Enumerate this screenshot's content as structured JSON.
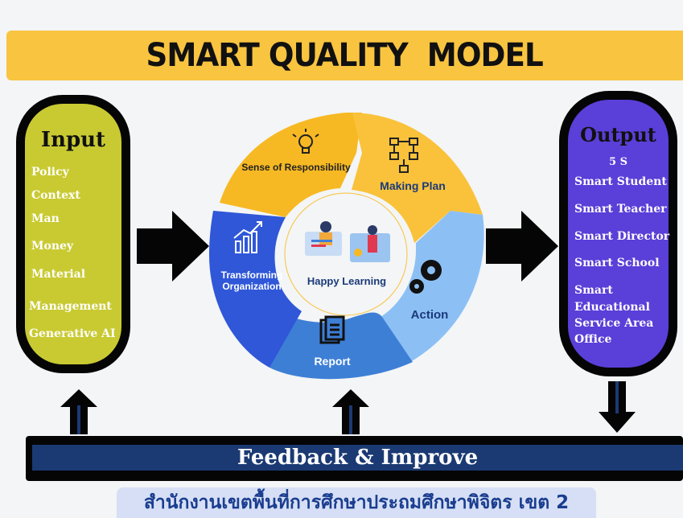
{
  "title": "SMART QUALITY  MODEL",
  "input": {
    "heading": "Input",
    "items": [
      "Policy",
      "Context",
      "Man",
      "Money",
      "Material",
      "Management",
      "Generative AI"
    ]
  },
  "output": {
    "heading": "Output",
    "subheading": "5 S",
    "items": [
      "Smart Student",
      "Smart Teacher",
      "Smart Director",
      "Smart School"
    ],
    "last_item_lines": [
      "Smart",
      "Educational",
      "Service Area",
      "Office"
    ]
  },
  "cycle": {
    "center": "Happy Learning",
    "segments": {
      "sense": "Sense of Responsibility",
      "plan": "Making Plan",
      "action": "Action",
      "report": "Report",
      "transform_line1": "Transforming",
      "transform_line2": "Organization"
    }
  },
  "feedback": "Feedback & Improve",
  "footer": "สำนักงานเขตพื้นที่การศึกษาประถมศึกษาพิจิตร เขต 2",
  "colors": {
    "banner": "#f9c440",
    "input_pill": "#c9ca32",
    "output_pill": "#5a3fd8",
    "segment_yellow": "#f7b923",
    "segment_yellow_light": "#f9c83a",
    "segment_blue_dark": "#2f57d8",
    "segment_blue_mid": "#3e7fd6",
    "segment_blue_light": "#8cc0f5",
    "feedback_bar": "#1b3a73",
    "footer_text": "#1a3d8f"
  },
  "icons": [
    "lightbulb-icon",
    "flowchart-icon",
    "gears-icon",
    "document-icon",
    "growth-chart-icon",
    "learning-illustration-icon",
    "arrow-right-icon",
    "arrow-up-icon",
    "arrow-down-icon"
  ]
}
